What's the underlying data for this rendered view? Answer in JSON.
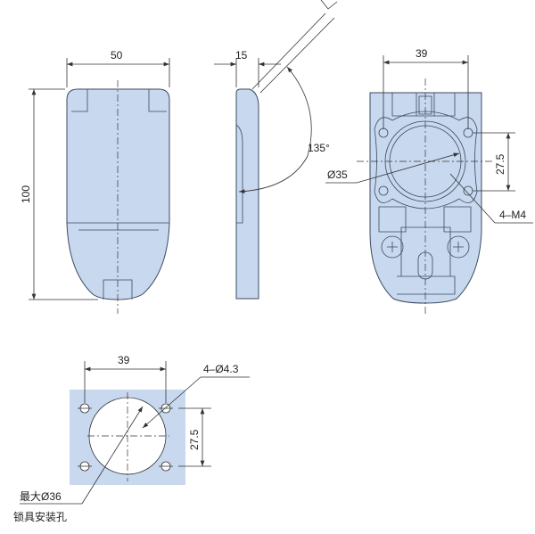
{
  "front_view": {
    "width_dim": "50",
    "height_dim": "100"
  },
  "side_view": {
    "thickness_dim": "15",
    "angle": "135°"
  },
  "rear_view": {
    "width_dim": "39",
    "height_dim": "27.5",
    "bore_dim": "Ø35",
    "thread_label": "4–M4"
  },
  "cutout_view": {
    "width_dim": "39",
    "height_dim": "27.5",
    "hole_label": "4–Ø4.3",
    "max_dia_label": "最大Ø36",
    "caption": "锁具安装孔"
  },
  "colors": {
    "part_fill": "#c8d8ee",
    "line": "#333333"
  }
}
